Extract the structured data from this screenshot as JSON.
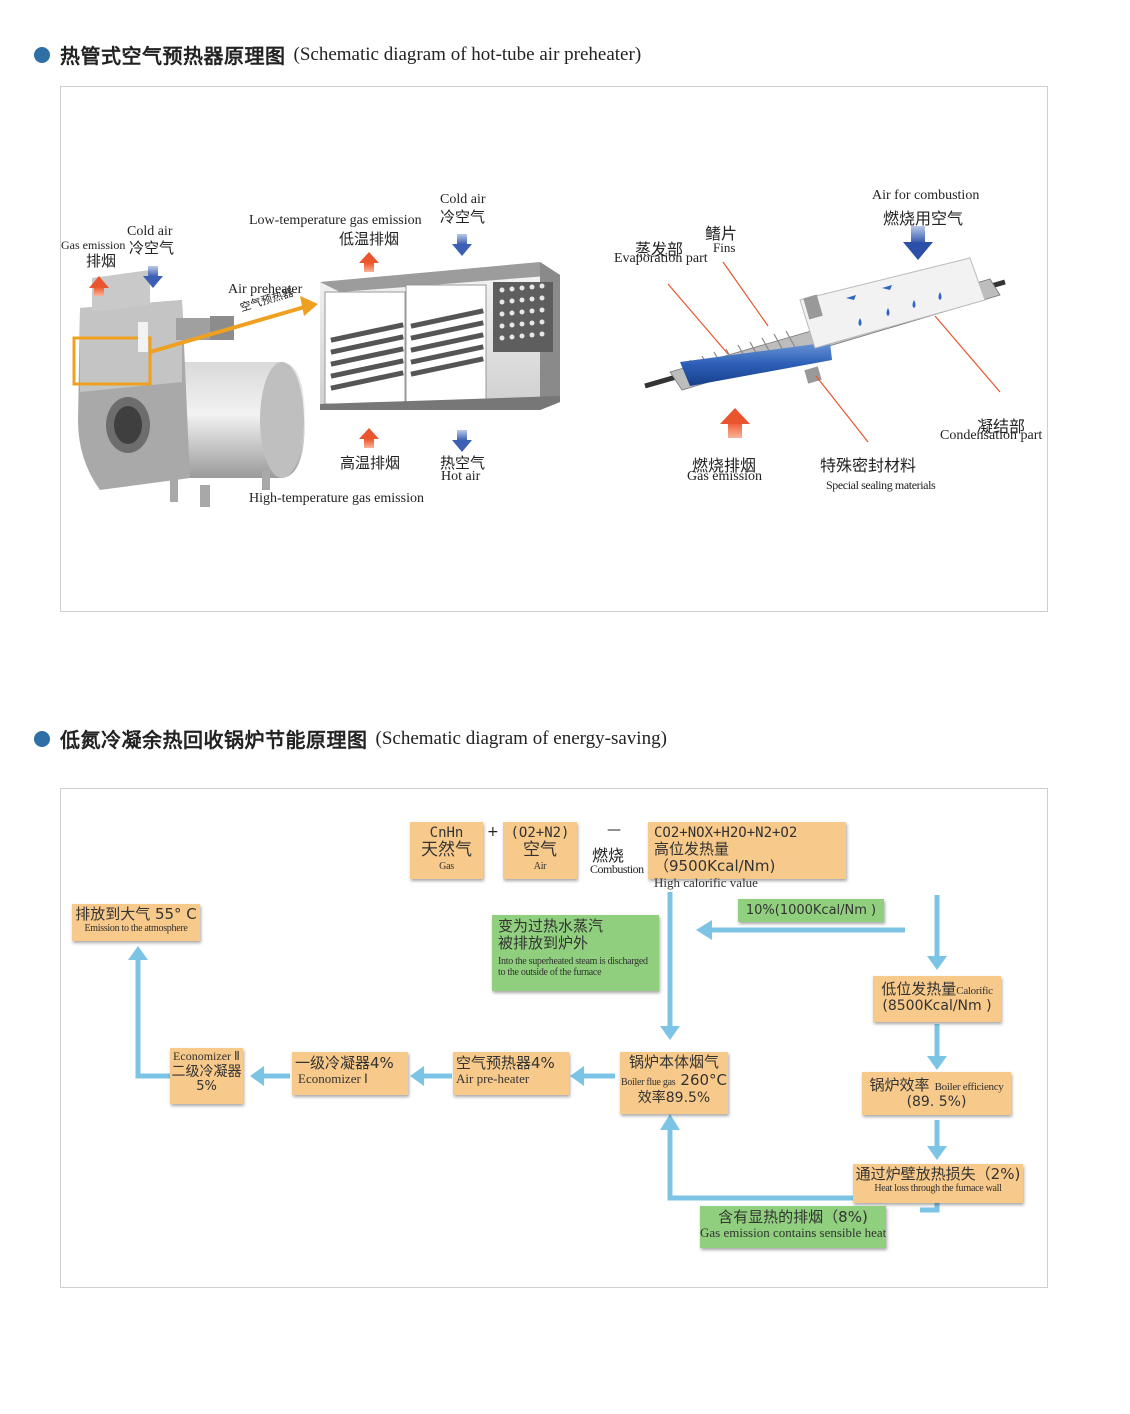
{
  "colors": {
    "accent": "#2f6fa6",
    "orange_box": "#f7c98a",
    "green_box": "#8fcf7d",
    "flow_arrow": "#7cc4e6",
    "hot_arrow": "#e8552e",
    "cold_arrow": "#3a5fb5",
    "preheater_link": "#f0a020"
  },
  "section1": {
    "title_cn": "热管式空气预热器原理图",
    "title_en": "(Schematic diagram of hot-tube air preheater)",
    "labels": {
      "gas_emission_en": "Gas emission",
      "gas_emission_cn": "排烟",
      "cold_air_left_en": "Cold air",
      "cold_air_left_cn": "冷空气",
      "low_temp_en": "Low-temperature gas emission",
      "low_temp_cn": "低温排烟",
      "cold_air_top_en": "Cold air",
      "cold_air_top_cn": "冷空气",
      "air_preheater_en": "Air preheater",
      "air_preheater_cn": "空气预热器",
      "high_temp_cn": "高温排烟",
      "high_temp_en": "High-temperature gas emission",
      "hot_air_cn": "热空气",
      "hot_air_en": "Hot air",
      "evaporation_cn": "蒸发部",
      "evaporation_en": "Evaporation part",
      "fins_cn": "鳍片",
      "fins_en": "Fins",
      "combustion_air_en": "Air for combustion",
      "combustion_air_cn": "燃烧用空气",
      "condensation_cn": "凝结部",
      "condensation_en": "Condensation part",
      "flue_gas_cn": "燃烧排烟",
      "flue_gas_en": "Gas emission",
      "sealing_cn": "特殊密封材料",
      "sealing_en": "Special sealing materials"
    }
  },
  "section2": {
    "title_cn": "低氮冷凝余热回收锅炉节能原理图",
    "title_en": "(Schematic diagram of energy-saving)",
    "gas": {
      "formula": "CnHn",
      "cn": "天然气",
      "en": "Gas"
    },
    "plus": "+",
    "air": {
      "formula": "(O2+N2)",
      "cn": "空气",
      "en": "Air"
    },
    "dash": "—",
    "combustion": {
      "cn": "燃烧",
      "en": "Combustion"
    },
    "products": {
      "formula": "CO2+NOX+H2O+N2+O2",
      "cn": "高位发热量（9500Kcal/Nm)",
      "en": "High calorific value"
    },
    "loss10": "10%(1000Kcal/Nm )",
    "steam": {
      "cn1": "变为过热水蒸汽",
      "cn2": "被排放到炉外",
      "en1": "Into the superheated steam is discharged",
      "en2": "to the outside of the furnace"
    },
    "emission": {
      "cn": "排放到大气 55° C",
      "en": "Emission to the atmosphere"
    },
    "lower_cal": {
      "cn": "低位发热量",
      "en": "Calorific",
      "val": "(8500Kcal/Nm )"
    },
    "boiler_eff": {
      "cn": "锅炉效率",
      "en": "Boiler efficiency",
      "val": "(89. 5%)"
    },
    "flue_gas": {
      "cn1": "锅炉本体烟气",
      "en": "Boiler flue gas",
      "temp": "260°C",
      "eff": "效率89.5%"
    },
    "air_pre": {
      "cn": "空气预热器4%",
      "en": "Air pre-heater"
    },
    "econ1": {
      "cn": "一级冷凝器4%",
      "en": "Economizer Ⅰ"
    },
    "econ2": {
      "en": "Economizer Ⅱ",
      "cn": "二级冷凝器",
      "val": "5%"
    },
    "wall_loss": {
      "cn": "通过炉壁放热损失（2%)",
      "en": "Heat loss through the furnace wall"
    },
    "sensible": {
      "cn": "含有显热的排烟（8%)",
      "en": "Gas emission contains sensible heat"
    }
  }
}
